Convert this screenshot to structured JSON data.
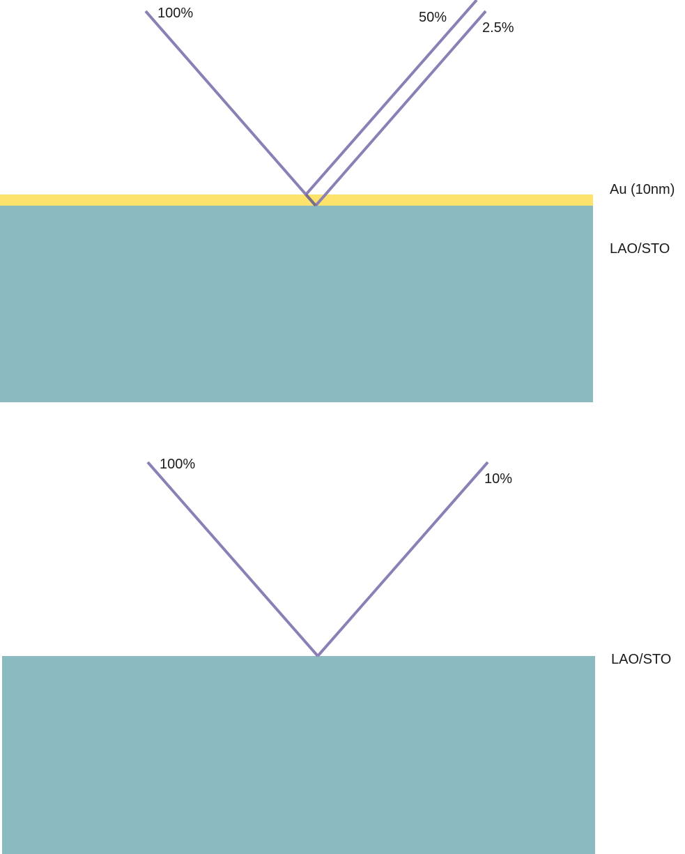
{
  "colors": {
    "beam": "#8b80b5",
    "substrate": "#8bbac1",
    "gold_layer": "#fde36c",
    "text": "#1a1a1a",
    "background": "#ffffff"
  },
  "top_panel": {
    "incident_label": "100%",
    "reflected_labels": [
      "50%",
      "2.5%"
    ],
    "layer_label": "Au (10nm)",
    "substrate_label": "LAO/STO"
  },
  "bottom_panel": {
    "incident_label": "100%",
    "reflected_label": "10%",
    "substrate_label": "LAO/STO"
  }
}
